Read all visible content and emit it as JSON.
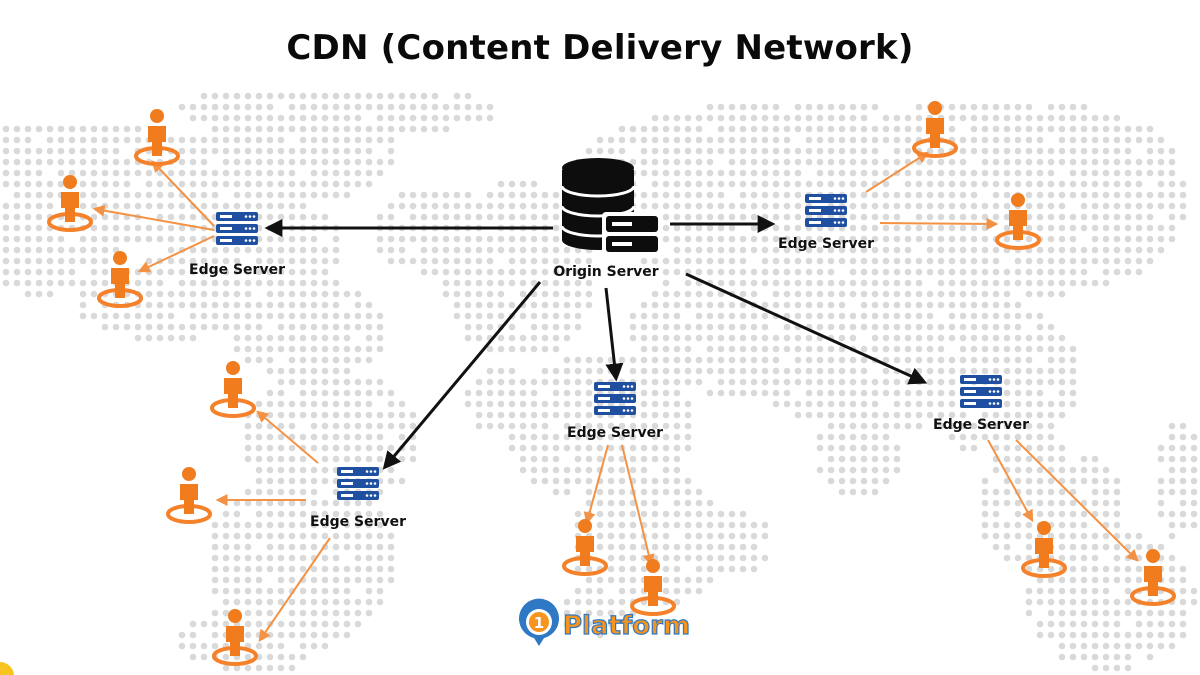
{
  "title": "CDN (Content Delivery Network)",
  "colors": {
    "user": "#f07c1e",
    "user_ring": "#f5822a",
    "edge_server": "#1e4fa0",
    "edge_line": "#f39244",
    "origin_server": "#0d0d0d",
    "origin_arrow": "#111111",
    "map_dot": "#d9d9d9",
    "logo_blue": "#2f78c4",
    "logo_orange": "#f7941d"
  },
  "origin": {
    "label": "Origin Server",
    "icon": "database-server-icon"
  },
  "edges": [
    {
      "id": "west",
      "label": "Edge Server",
      "icon": "server-rack-icon"
    },
    {
      "id": "north-east",
      "label": "Edge Server",
      "icon": "server-rack-icon"
    },
    {
      "id": "south-west",
      "label": "Edge Server",
      "icon": "server-rack-icon"
    },
    {
      "id": "south",
      "label": "Edge Server",
      "icon": "server-rack-icon"
    },
    {
      "id": "south-east",
      "label": "Edge Server",
      "icon": "server-rack-icon"
    }
  ],
  "user_icon": "user-icon",
  "logo": {
    "text": "Platform",
    "badge": "1"
  }
}
